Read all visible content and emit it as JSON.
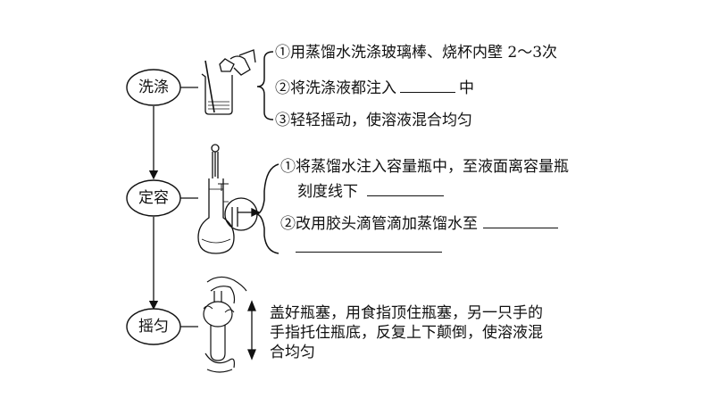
{
  "steps": [
    {
      "label": "洗涤",
      "items": [
        {
          "before": "①用蒸馏水洗涤玻璃棒、烧杯内壁 2～3次",
          "after": ""
        },
        {
          "before": "②将洗涤液都注入",
          "after": "中"
        },
        {
          "before": "③轻轻摇动，使溶液混合均匀",
          "after": ""
        }
      ]
    },
    {
      "label": "定容",
      "items": [
        {
          "before": "①将蒸馏水注入容量瓶中，至液面离容量瓶",
          "after": ""
        },
        {
          "before": "刻度线下",
          "after": ""
        },
        {
          "before": "②改用胶头滴管滴加蒸馏水至",
          "after": ""
        }
      ]
    },
    {
      "label": "摇匀",
      "lines": [
        "盖好瓶塞，用食指顶住瓶塞，另一只手的",
        "手指托住瓶底，反复上下颠倒，使溶液混",
        "合均匀"
      ]
    }
  ]
}
